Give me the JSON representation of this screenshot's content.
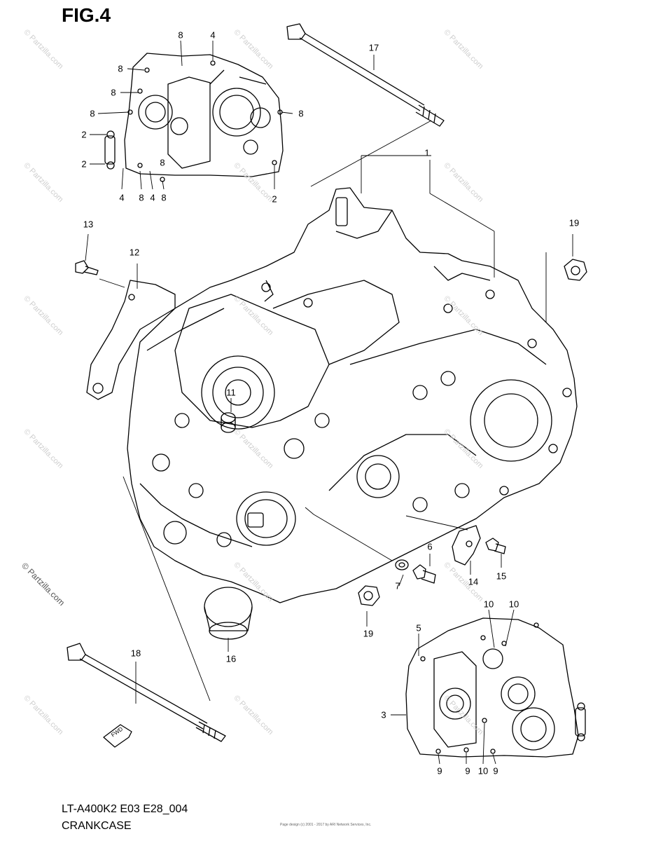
{
  "figure": {
    "title": "FIG.4",
    "code": "LT-A400K2 E03 E28_004",
    "caption": "CRANKCASE"
  },
  "watermark": {
    "text": "© Partzilla.com"
  },
  "copyright": {
    "text": "© Partzilla.com"
  },
  "fine_print": {
    "text": "Page design (c) 2001 - 2017 by ARI Network Services, Inc."
  },
  "callouts": [
    "1",
    "2",
    "2",
    "2",
    "3",
    "4",
    "4",
    "4",
    "5",
    "6",
    "7",
    "8",
    "8",
    "8",
    "8",
    "8",
    "8",
    "8",
    "8",
    "9",
    "9",
    "9",
    "10",
    "10",
    "10",
    "11",
    "12",
    "13",
    "14",
    "15",
    "16",
    "17",
    "18",
    "19",
    "19"
  ],
  "fwd_label": "FWD",
  "colors": {
    "line": "#000000",
    "background": "#ffffff",
    "watermark": "#cfcfcf"
  }
}
